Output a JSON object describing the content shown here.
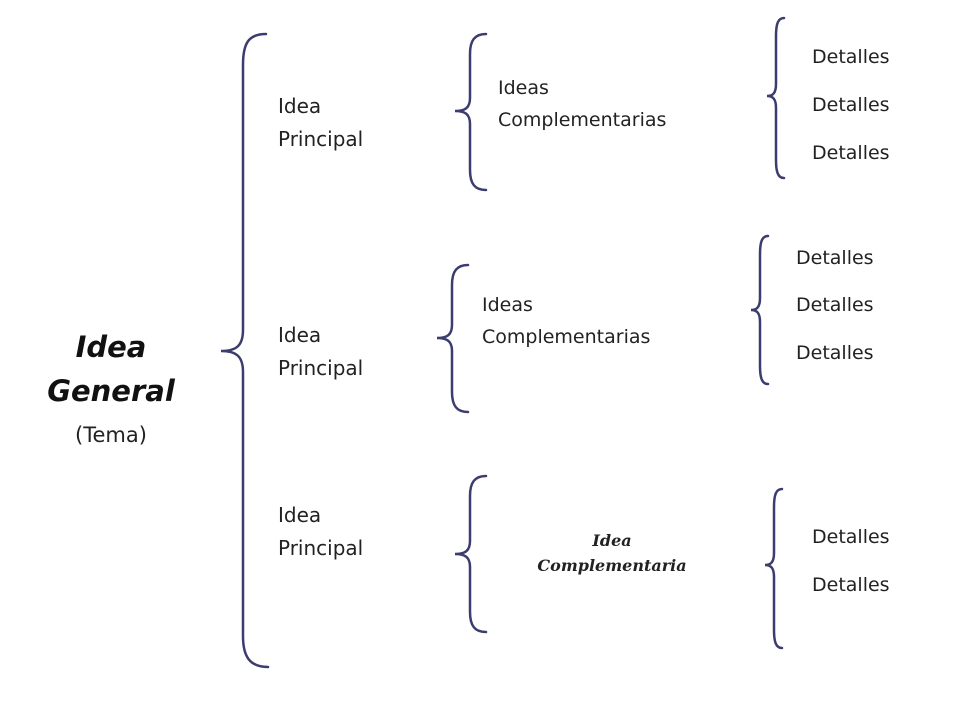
{
  "colors": {
    "brace": "#3a3d6e",
    "text": "#222222"
  },
  "general": {
    "line1": "Idea",
    "line2": "General",
    "subtitle": "(Tema)"
  },
  "branches": [
    {
      "principal": {
        "line1": "Idea",
        "line2": "Principal"
      },
      "complementary": {
        "line1": "Ideas",
        "line2": "Complementarias"
      },
      "details": [
        "Detalles",
        "Detalles",
        "Detalles"
      ]
    },
    {
      "principal": {
        "line1": "Idea",
        "line2": "Principal"
      },
      "complementary": {
        "line1": "Ideas",
        "line2": "Complementarias"
      },
      "details": [
        "Detalles",
        "Detalles",
        "Detalles"
      ]
    },
    {
      "principal": {
        "line1": "Idea",
        "line2": "Principal"
      },
      "complementary": {
        "line1": "Idea",
        "line2": "Complementaria"
      },
      "details": [
        "Detalles",
        "Detalles"
      ]
    }
  ]
}
